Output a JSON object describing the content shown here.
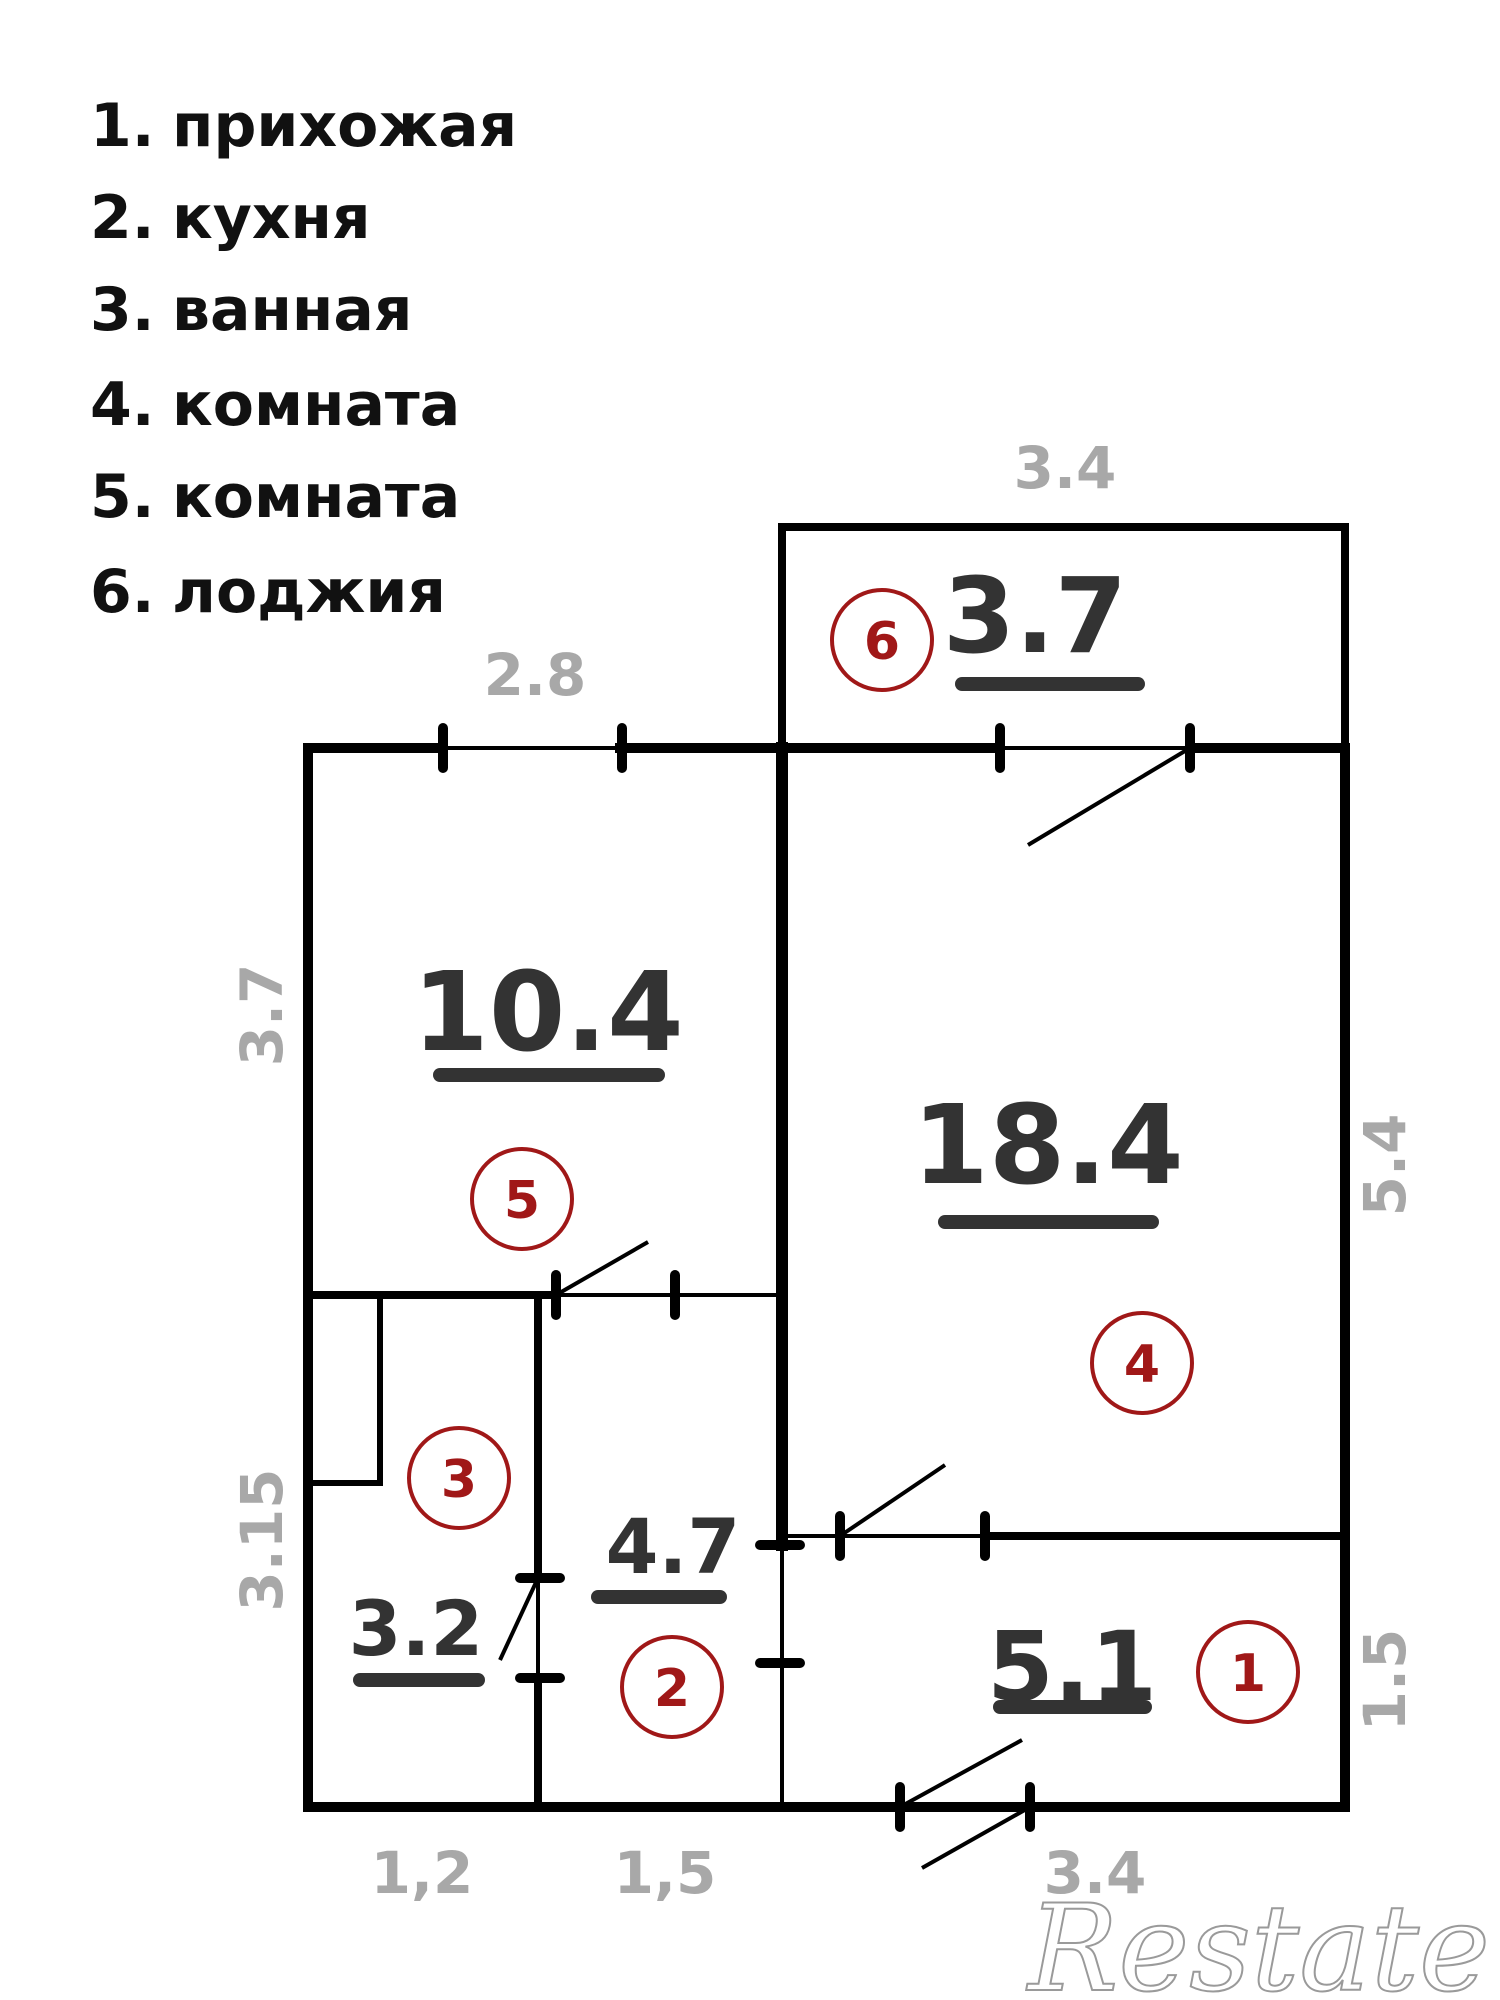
{
  "legend": [
    {
      "num": "1.",
      "label": "прихожая"
    },
    {
      "num": "2.",
      "label": "кухня"
    },
    {
      "num": "3.",
      "label": "ванная"
    },
    {
      "num": "4.",
      "label": "комната"
    },
    {
      "num": "5.",
      "label": "комната"
    },
    {
      "num": "6.",
      "label": "лоджия"
    }
  ],
  "dimensions": {
    "top_loggia": "3.4",
    "top_left": "2.8",
    "left_upper": "3.7",
    "left_lower": "3.15",
    "right_upper": "5.4",
    "right_lower": "1.5",
    "bottom_left": "1,2",
    "bottom_mid": "1,5",
    "bottom_right": "3.4"
  },
  "rooms": {
    "loggia": {
      "badge": "6",
      "area": "3.7"
    },
    "room5": {
      "badge": "5",
      "area": "10.4"
    },
    "room4": {
      "badge": "4",
      "area": "18.4"
    },
    "bath": {
      "badge": "3",
      "area": "3.2"
    },
    "kitchen": {
      "badge": "2",
      "area": "4.7"
    },
    "hall": {
      "badge": "1",
      "area": "5.1"
    }
  },
  "watermark": "Restate",
  "colors": {
    "wall": "#000000",
    "dimension": "#a8a8a8",
    "area": "#333333",
    "badge": "#a01818"
  }
}
